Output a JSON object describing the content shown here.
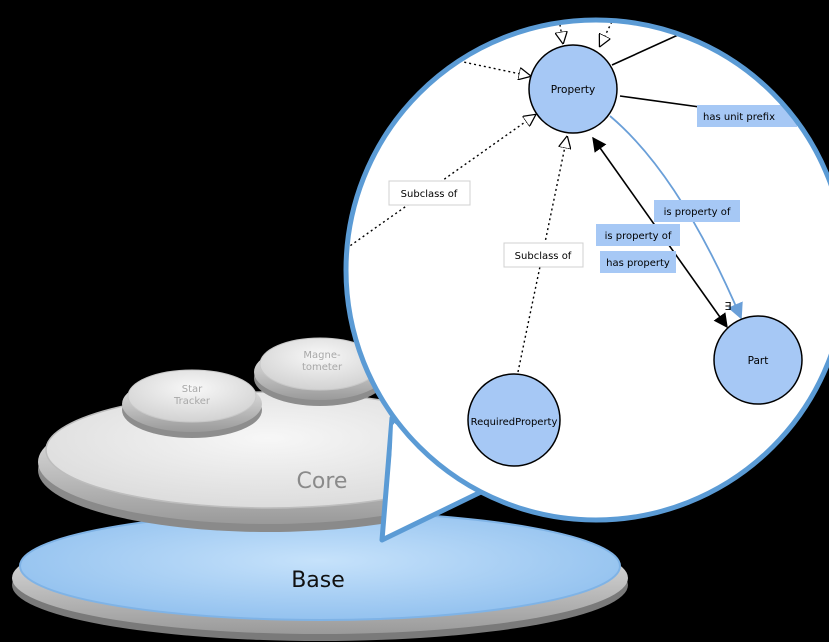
{
  "layers": {
    "base": "Base",
    "core": "Core",
    "modules": [
      "Star\nTracker",
      "Magne-\ntometer"
    ]
  },
  "nodes": {
    "property": "Property",
    "required": "RequiredProperty",
    "part": "Part"
  },
  "edges": {
    "subclass_1": "Subclass of",
    "subclass_2": "Subclass of",
    "has_unit_prefix": "has unit prefix",
    "is_property_of_1": "is property of",
    "is_property_of_2": "is property of",
    "has_property": "has property",
    "exists": "∃"
  },
  "colors": {
    "background": "#000000",
    "base": "#a8d0f5",
    "core": "#e9e9e9",
    "node_fill": "#a6c8f5",
    "bubble_border": "#5b9bd5",
    "blue_edge": "#6a9fd8",
    "label_box": "#a6c8f5"
  }
}
